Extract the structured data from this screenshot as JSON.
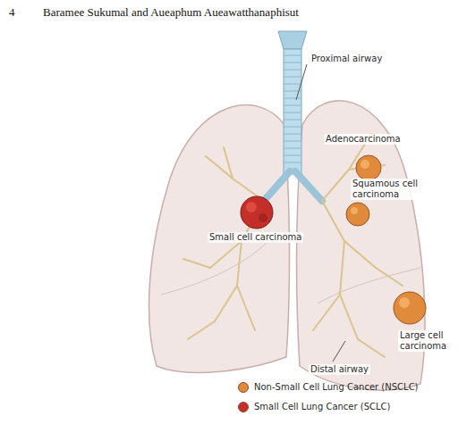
{
  "diagram": {
    "labels": [
      "4",
      "Baramee Sukumal and Aueaphum Aueawatthanaphisut",
      "Proximal airway",
      "Adenocarcinoma",
      "Squamous cell carcinoma",
      "Small cell carcinoma",
      "Large cell carcinoma",
      "Distal airway"
    ],
    "legend": [
      {
        "text": "Non-Small Cell Lung Cancer (NSCLC)",
        "color": "#e08a3c"
      },
      {
        "text": "Small Cell Lung Cancer (SCLC)",
        "color": "#c42f2a"
      }
    ]
  }
}
